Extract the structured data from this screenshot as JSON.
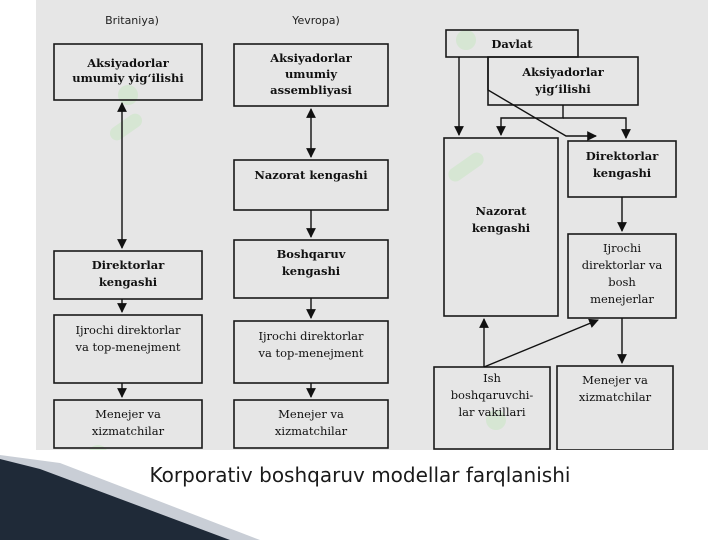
{
  "columns": [
    {
      "title": "Britaniya)",
      "boxes": [
        {
          "lines": [
            "Aksiyadorlar",
            "umumiy yig‘ilishi"
          ],
          "bold": true
        },
        {
          "lines": [
            "Direktorlar",
            "kengashi"
          ],
          "bold": true
        },
        {
          "lines": [
            "Ijrochi direktorlar",
            "va top-menejment"
          ],
          "bold": false
        },
        {
          "lines": [
            "Menejer va",
            "xizmatchilar"
          ],
          "bold": false
        }
      ]
    },
    {
      "title": "Yevropa)",
      "boxes": [
        {
          "lines": [
            "Aksiyadorlar",
            "umumiy",
            "assembliyasi"
          ],
          "bold": true
        },
        {
          "lines": [
            "Nazorat kengashi"
          ],
          "bold": true
        },
        {
          "lines": [
            "Boshqaruv",
            "kengashi"
          ],
          "bold": true
        },
        {
          "lines": [
            "Ijrochi direktorlar",
            "va top-menejment"
          ],
          "bold": false
        },
        {
          "lines": [
            "Menejer va",
            "xizmatchilar"
          ],
          "bold": false
        }
      ]
    },
    {
      "title": "",
      "boxes": [
        {
          "lines": [
            "Davlat"
          ],
          "bold": true
        },
        {
          "lines": [
            "Aksiyadorlar",
            "yig‘ilishi"
          ],
          "bold": true
        },
        {
          "lines": [
            "Nazorat",
            "kengashi"
          ],
          "bold": true
        },
        {
          "lines": [
            "Direktorlar",
            "kengashi"
          ],
          "bold": true
        },
        {
          "lines": [
            "Ijrochi",
            "direktorlar va",
            "bosh",
            "menejerlar"
          ],
          "bold": false
        },
        {
          "lines": [
            "Ish",
            "boshqaruvchi-",
            "lar vakillari"
          ],
          "bold": false
        },
        {
          "lines": [
            "Menejer va",
            "xizmatchilar"
          ],
          "bold": false
        }
      ]
    }
  ],
  "caption": "Korporativ boshqaruv modellar farqlanishi",
  "colors": {
    "figure_bg": "#e6e6e6",
    "box_stroke": "#1a1a1a",
    "stripe_dark": "#1f2a38",
    "stripe_light": "#c9ced6",
    "watermark": "#c8e6c3"
  }
}
